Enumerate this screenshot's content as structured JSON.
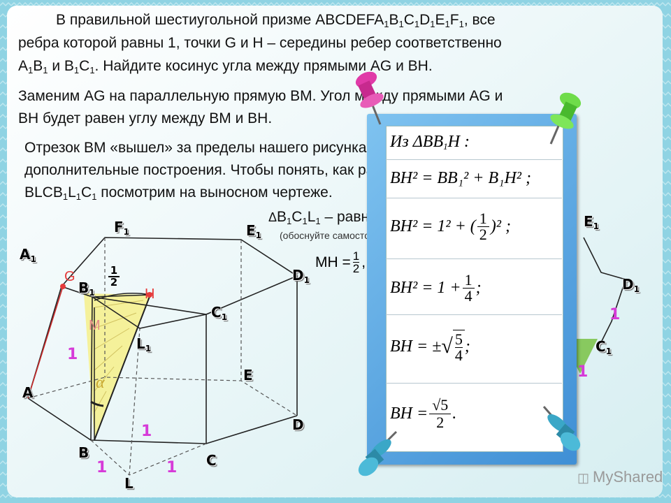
{
  "problem": {
    "line1": "В правильной шестиугольной призме ABCDEFA",
    "line1_b": "1",
    "line1_c": "B",
    "line1_d": "1",
    "line1_e": "C",
    "line1_f": "1",
    "line1_g": "D",
    "line1_h": "1",
    "line1_i": "E",
    "line1_j": "1",
    "line1_k": "F",
    "line1_l": "1",
    "line1_m": ",  все",
    "line2": "ребра которой равны 1, точки G и H – середины ребер соответственно",
    "line3_a": "A",
    "line3_b": "1",
    "line3_c": "B",
    "line3_d": "1",
    "line3_e": " и B",
    "line3_f": "1",
    "line3_g": "C",
    "line3_h": "1",
    "line3_i": ". Найдите косинус угла между прямыми AG и BH."
  },
  "step1": {
    "line1": "Заменим AG на параллельную прямую BM. Угол между прямыми AG и",
    "line2": "BH будет равен углу между BM и BH."
  },
  "step2": {
    "line1": "Отрезок BM «вышел» за пределы нашего рисунка. Выполняем",
    "line2": "дополнительные построения. Чтобы понять, как расположена призма",
    "line3_a": "BLCB",
    "line3_b": "1",
    "line3_c": "L",
    "line3_d": "1",
    "line3_e": "C",
    "line3_f": "1",
    "line3_g": " посмотрим на выносном чертеже."
  },
  "note": {
    "tri_a": "B",
    "tri_b": "1",
    "tri_c": "C",
    "tri_d": "1",
    "tri_e": "L",
    "tri_f": "1",
    "tri_g": " – равносторонний",
    "hint": "(обоснуйте самостоятельно)",
    "mh_label": "MH = ",
    "mh_num": "1",
    "mh_den": "2",
    "mh_tail": ","
  },
  "labels": {
    "F1": "F",
    "E1": "E",
    "A1": "A",
    "D1": "D",
    "B1": "B",
    "C1": "C",
    "L1": "L",
    "A": "A",
    "B": "B",
    "C": "C",
    "D": "D",
    "E": "E",
    "L": "L",
    "sub1": "1",
    "G": "G",
    "H": "H",
    "M": "M",
    "alpha": "α",
    "half_num": "1",
    "half_den": "2",
    "one": "1",
    "right_E1": "E",
    "right_D1": "D",
    "right_C1": "C"
  },
  "board": {
    "f1_a": "Из  Δ",
    "f1_b": "BB",
    "f1_c": "1",
    "f1_d": "H :",
    "f2": "BH² = BB₁² + B₁H² ;",
    "f3_a": "BH² = 1² + (",
    "f3_num": "1",
    "f3_den": "2",
    "f3_b": ")² ;",
    "f4_a": "BH² = 1 + ",
    "f4_num": "1",
    "f4_den": "4",
    "f4_b": " ;",
    "f5_a": "BH = ±",
    "f5_num": "5",
    "f5_den": "4",
    "f5_b": " ;",
    "f6_a": "BH = ",
    "f6_num": "√5",
    "f6_den": "2",
    "f6_b": " ."
  },
  "watermark": "MyShared",
  "colors": {
    "background": "#dff3f4",
    "border": "#8fd3e3",
    "highlight": "#f6f08a",
    "red": "#e53b3b",
    "magenta": "#d63bd8",
    "board": "#5fa7e3"
  },
  "icons": {
    "pin_top_left": "pushpin-magenta-icon",
    "pin_top_right": "pushpin-green-icon",
    "pin_bottom_left": "pushpin-teal-icon",
    "pin_bottom_right": "pushpin-teal-icon"
  }
}
